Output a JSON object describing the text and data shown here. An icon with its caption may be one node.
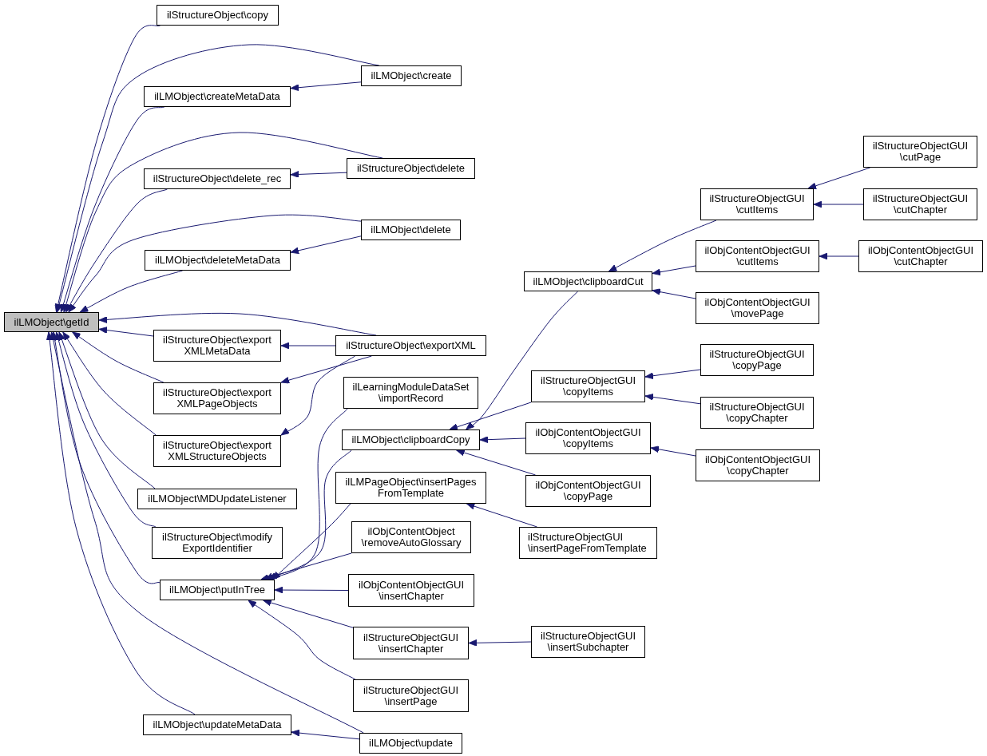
{
  "diagram": {
    "nodes": [
      {
        "text": [
          "ilLMObject\\getId"
        ]
      },
      {
        "text": [
          "ilStructureObject\\copy"
        ]
      },
      {
        "text": [
          "ilLMObject\\createMetaData"
        ]
      },
      {
        "text": [
          "ilLMObject\\create"
        ]
      },
      {
        "text": [
          "ilStructureObject\\delete_rec"
        ]
      },
      {
        "text": [
          "ilStructureObject\\delete"
        ]
      },
      {
        "text": [
          "ilLMObject\\deleteMetaData"
        ]
      },
      {
        "text": [
          "ilLMObject\\delete"
        ]
      },
      {
        "text": [
          "ilStructureObject\\export XMLMetaData"
        ]
      },
      {
        "text": [
          "ilStructureObject\\exportXML"
        ]
      },
      {
        "text": [
          "ilStructureObject\\export XMLPageObjects"
        ]
      },
      {
        "text": [
          "ilStructureObject\\export XMLStructureObjects"
        ]
      },
      {
        "text": [
          "ilLearningModuleDataSet \\importRecord"
        ]
      },
      {
        "text": [
          "ilLMObject\\clipboardCopy"
        ]
      },
      {
        "text": [
          "ilLMObject\\MDUpdateListener"
        ]
      },
      {
        "text": [
          "ilLMPageObject\\insertPages FromTemplate"
        ]
      },
      {
        "text": [
          "ilStructureObject\\modify ExportIdentifier"
        ]
      },
      {
        "text": [
          "ilObjContentObject \\removeAutoGlossary"
        ]
      },
      {
        "text": [
          "ilLMObject\\putInTree"
        ]
      },
      {
        "text": [
          "ilObjContentObjectGUI \\insertChapter"
        ]
      },
      {
        "text": [
          "ilStructureObjectGUI \\insertChapter"
        ]
      },
      {
        "text": [
          "ilStructureObjectGUI \\insertPage"
        ]
      },
      {
        "text": [
          "ilLMObject\\updateMetaData"
        ]
      },
      {
        "text": [
          "ilLMObject\\update"
        ]
      },
      {
        "text": [
          "ilLMObject\\clipboardCut"
        ]
      },
      {
        "text": [
          "ilStructureObjectGUI \\cutItems"
        ]
      },
      {
        "text": [
          "ilStructureObjectGUI \\cutPage"
        ]
      },
      {
        "text": [
          "ilStructureObjectGUI \\cutChapter"
        ]
      },
      {
        "text": [
          "ilObjContentObjectGUI \\cutItems"
        ]
      },
      {
        "text": [
          "ilObjContentObjectGUI \\cutChapter"
        ]
      },
      {
        "text": [
          "ilObjContentObjectGUI \\movePage"
        ]
      },
      {
        "text": [
          "ilStructureObjectGUI \\copyItems"
        ]
      },
      {
        "text": [
          "ilStructureObjectGUI \\copyPage"
        ]
      },
      {
        "text": [
          "ilStructureObjectGUI \\copyChapter"
        ]
      },
      {
        "text": [
          "ilObjContentObjectGUI \\copyItems"
        ]
      },
      {
        "text": [
          "ilObjContentObjectGUI \\copyChapter"
        ]
      },
      {
        "text": [
          "ilObjContentObjectGUI \\copyPage"
        ]
      },
      {
        "text": [
          "ilStructureObjectGUI \\insertPageFromTemplate"
        ]
      },
      {
        "text": [
          "ilStructureObjectGUI \\insertSubchapter"
        ]
      }
    ],
    "edges": [
      {
        "from": 1,
        "to": 0,
        "arrow": "to"
      },
      {
        "from": 3,
        "to": 0,
        "arrow": "to"
      },
      {
        "from": 2,
        "to": 0,
        "arrow": "to"
      },
      {
        "from": 3,
        "to": 2,
        "arrow": "to"
      },
      {
        "from": 5,
        "to": 0,
        "arrow": "to"
      },
      {
        "from": 4,
        "to": 0,
        "arrow": "to"
      },
      {
        "from": 5,
        "to": 4,
        "arrow": "to"
      },
      {
        "from": 7,
        "to": 0,
        "arrow": "to"
      },
      {
        "from": 6,
        "to": 0,
        "arrow": "to"
      },
      {
        "from": 7,
        "to": 6,
        "arrow": "to"
      },
      {
        "from": 9,
        "to": 0,
        "arrow": "to"
      },
      {
        "from": 8,
        "to": 0,
        "arrow": "to"
      },
      {
        "from": 9,
        "to": 8,
        "arrow": "to"
      },
      {
        "from": 10,
        "to": 0,
        "arrow": "to"
      },
      {
        "from": 9,
        "to": 10,
        "arrow": "to"
      },
      {
        "from": 11,
        "to": 0,
        "arrow": "to"
      },
      {
        "from": 9,
        "to": 11,
        "arrow": "to"
      },
      {
        "from": 14,
        "to": 0,
        "arrow": "to"
      },
      {
        "from": 16,
        "to": 0,
        "arrow": "to"
      },
      {
        "from": 18,
        "to": 0,
        "arrow": "to"
      },
      {
        "from": 23,
        "to": 0,
        "arrow": "to"
      },
      {
        "from": 22,
        "to": 0,
        "arrow": "to"
      },
      {
        "from": 23,
        "to": 22,
        "arrow": "to"
      },
      {
        "from": 12,
        "to": 18,
        "arrow": "to"
      },
      {
        "from": 13,
        "to": 18,
        "arrow": "to"
      },
      {
        "from": 15,
        "to": 18,
        "arrow": "to"
      },
      {
        "from": 17,
        "to": 18,
        "arrow": "to"
      },
      {
        "from": 19,
        "to": 18,
        "arrow": "to"
      },
      {
        "from": 20,
        "to": 18,
        "arrow": "to"
      },
      {
        "from": 21,
        "to": 18,
        "arrow": "to"
      },
      {
        "from": 38,
        "to": 20,
        "arrow": "to"
      },
      {
        "from": 24,
        "to": 13,
        "arrow": "to"
      },
      {
        "from": 31,
        "to": 13,
        "arrow": "to"
      },
      {
        "from": 34,
        "to": 13,
        "arrow": "to"
      },
      {
        "from": 36,
        "to": 13,
        "arrow": "to"
      },
      {
        "from": 37,
        "to": 15,
        "arrow": "to"
      },
      {
        "from": 25,
        "to": 24,
        "arrow": "to"
      },
      {
        "from": 28,
        "to": 24,
        "arrow": "to"
      },
      {
        "from": 30,
        "to": 24,
        "arrow": "to"
      },
      {
        "from": 26,
        "to": 25,
        "arrow": "to"
      },
      {
        "from": 27,
        "to": 25,
        "arrow": "to"
      },
      {
        "from": 29,
        "to": 28,
        "arrow": "to"
      },
      {
        "from": 32,
        "to": 31,
        "arrow": "to"
      },
      {
        "from": 33,
        "to": 31,
        "arrow": "to"
      },
      {
        "from": 35,
        "to": 34,
        "arrow": "to"
      }
    ]
  }
}
